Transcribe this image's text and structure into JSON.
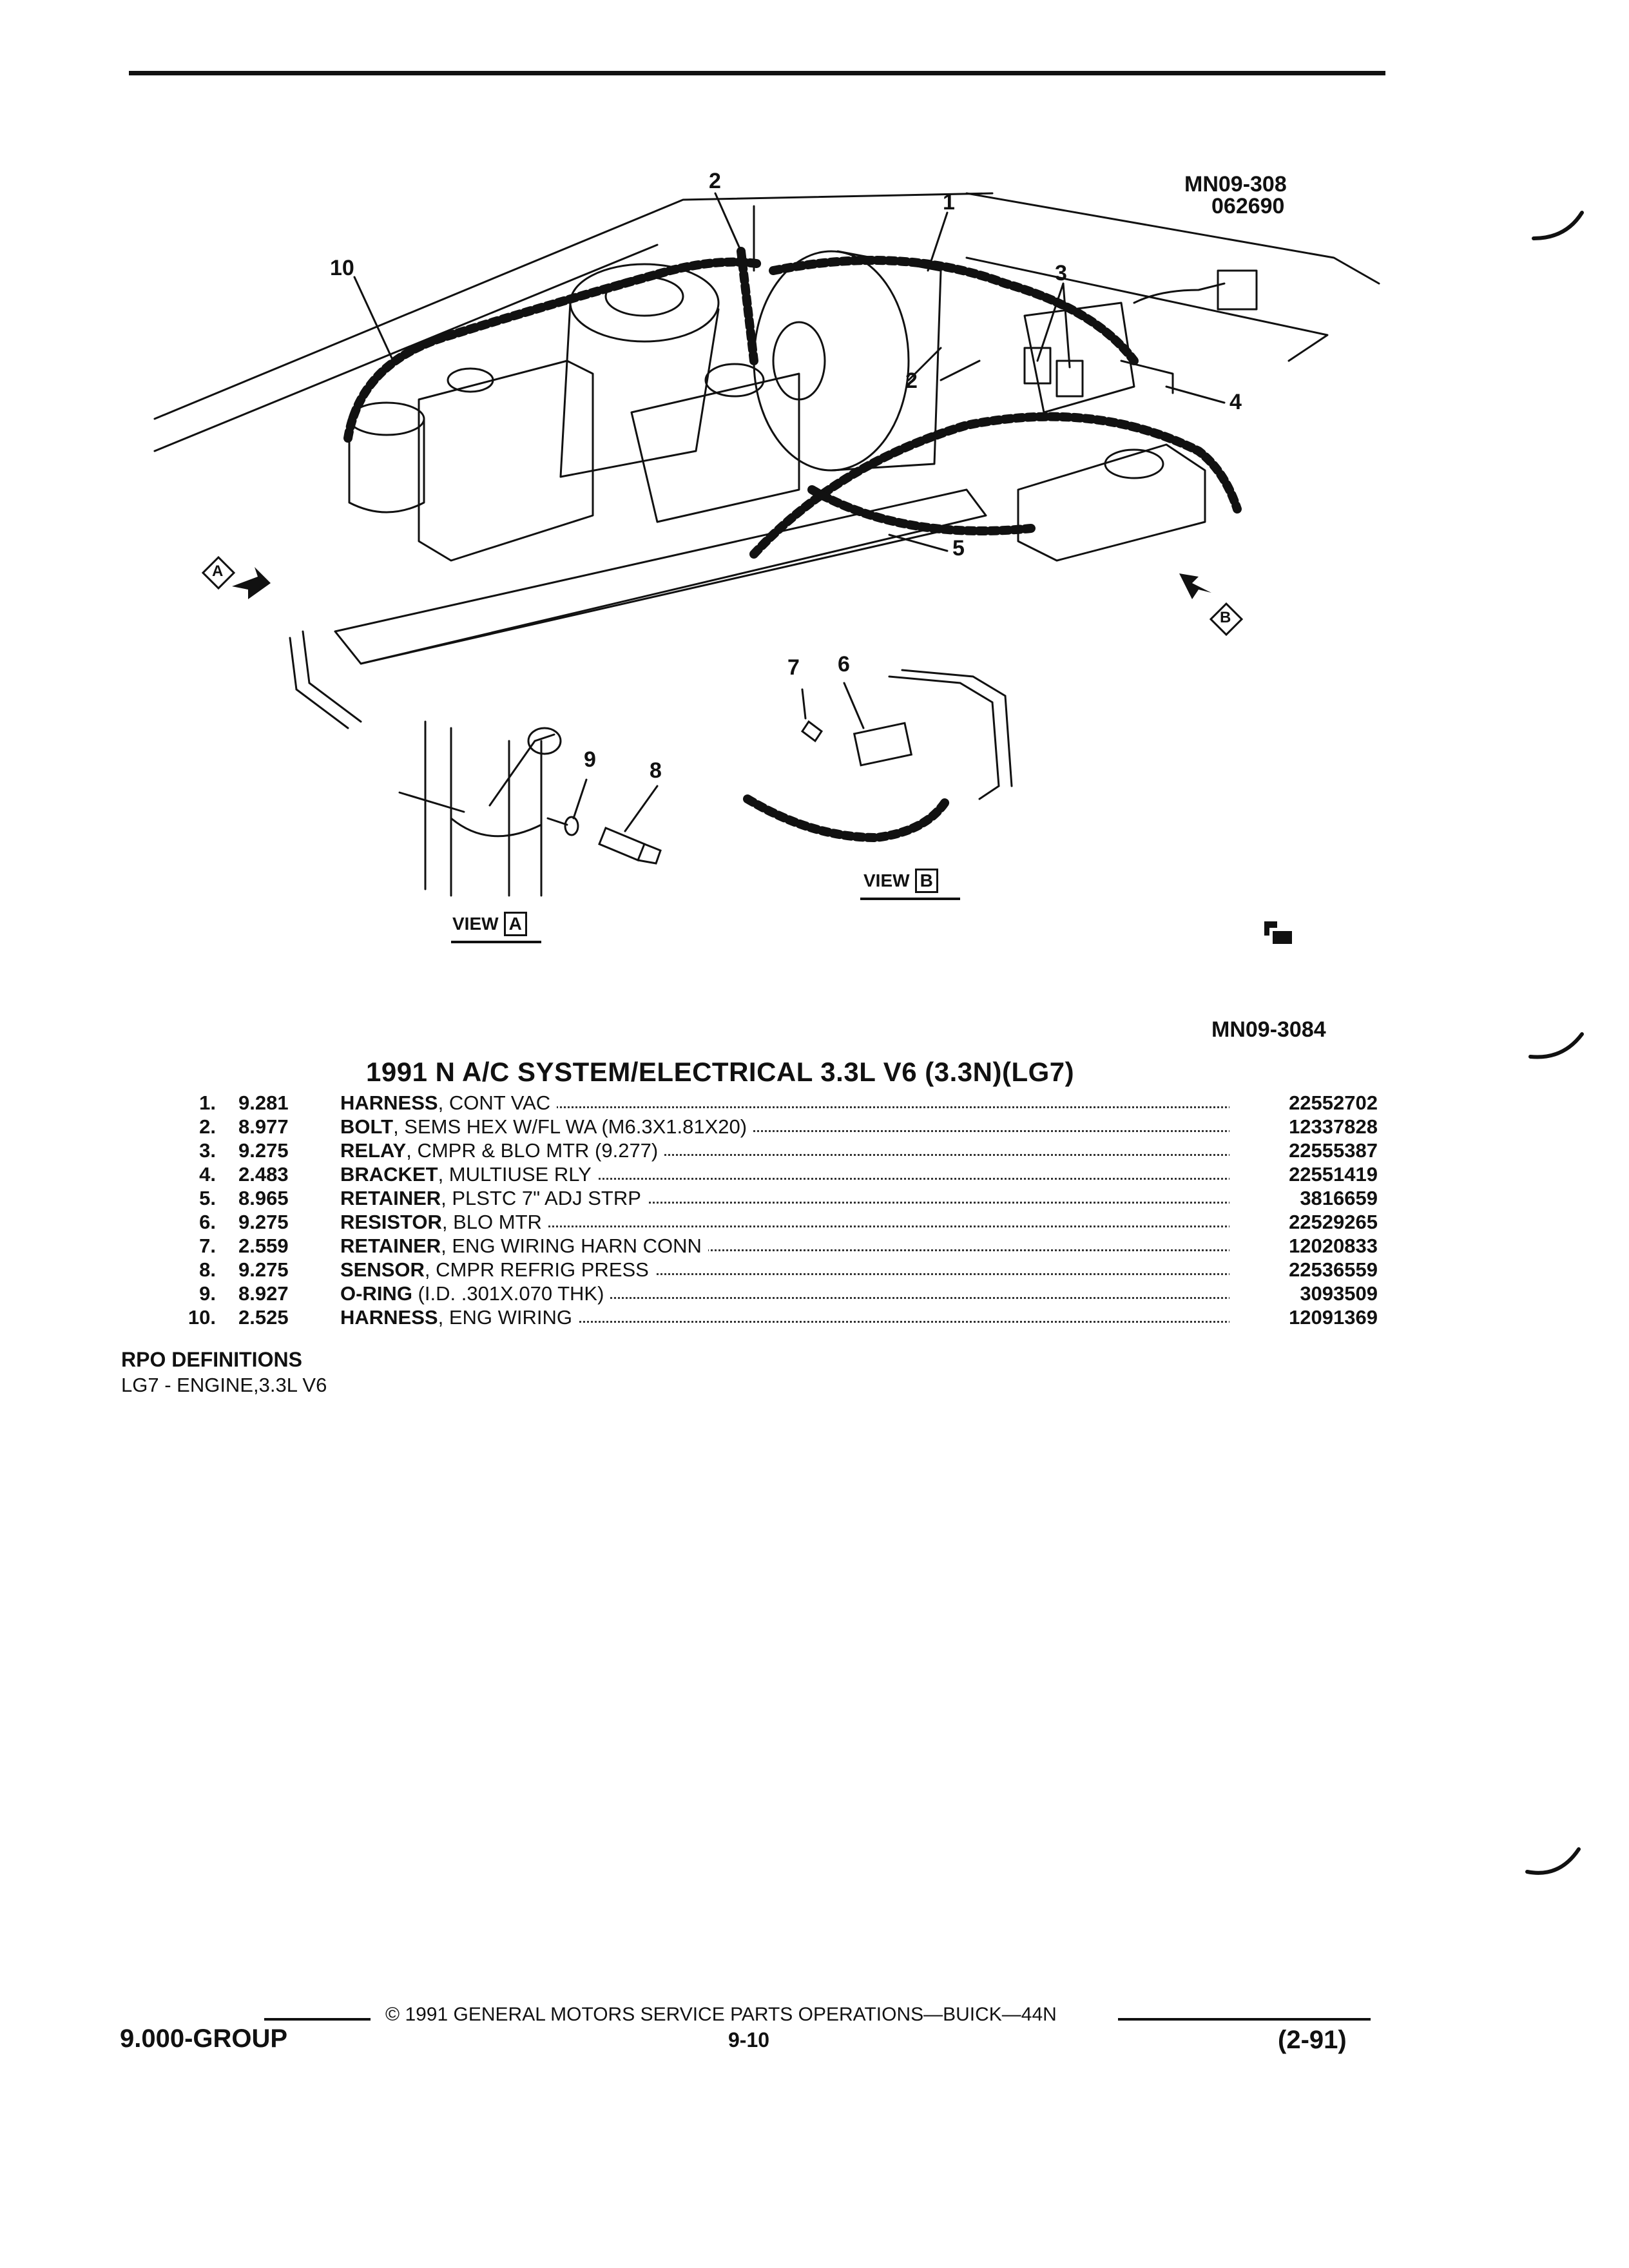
{
  "diagram": {
    "code_top": "MN09-308",
    "date_code": "062690",
    "code_bottom": "MN09-3084",
    "view_a": {
      "prefix": "VIEW",
      "letter": "A"
    },
    "view_b": {
      "prefix": "VIEW",
      "letter": "B"
    },
    "arrow_a_letter": "A",
    "arrow_b_letter": "B",
    "callouts": [
      "1",
      "2",
      "2",
      "3",
      "4",
      "5",
      "6",
      "7",
      "8",
      "9",
      "10"
    ]
  },
  "catalog": {
    "title": "1991 N A/C SYSTEM/ELECTRICAL 3.3L V6 (3.3N)(LG7)",
    "parts": [
      {
        "num": "1.",
        "group": "9.281",
        "name": "HARNESS",
        "desc": ", CONT VAC",
        "part": "22552702"
      },
      {
        "num": "2.",
        "group": "8.977",
        "name": "BOLT",
        "desc": ", SEMS HEX W/FL WA (M6.3X1.81X20)",
        "part": "12337828"
      },
      {
        "num": "3.",
        "group": "9.275",
        "name": "RELAY",
        "desc": ", CMPR & BLO MTR (9.277)",
        "part": "22555387"
      },
      {
        "num": "4.",
        "group": "2.483",
        "name": "BRACKET",
        "desc": ", MULTIUSE RLY",
        "part": "22551419"
      },
      {
        "num": "5.",
        "group": "8.965",
        "name": "RETAINER",
        "desc": ", PLSTC 7\" ADJ STRP",
        "part": "3816659"
      },
      {
        "num": "6.",
        "group": "9.275",
        "name": "RESISTOR",
        "desc": ", BLO MTR",
        "part": "22529265"
      },
      {
        "num": "7.",
        "group": "2.559",
        "name": "RETAINER",
        "desc": ", ENG WIRING HARN CONN",
        "part": "12020833"
      },
      {
        "num": "8.",
        "group": "9.275",
        "name": "SENSOR",
        "desc": ", CMPR REFRIG PRESS",
        "part": "22536559"
      },
      {
        "num": "9.",
        "group": "8.927",
        "name": "O-RING",
        "desc": " (I.D. .301X.070 THK)",
        "part": "3093509"
      },
      {
        "num": "10.",
        "group": "2.525",
        "name": "HARNESS",
        "desc": ", ENG WIRING",
        "part": "12091369"
      }
    ]
  },
  "rpo": {
    "heading": "RPO DEFINITIONS",
    "definition": "LG7 - ENGINE,3.3L V6"
  },
  "footer": {
    "group": "9.000-GROUP",
    "copyright": "©  1991  GENERAL MOTORS SERVICE PARTS OPERATIONS—BUICK—44N",
    "page": "9-10",
    "date": "(2-91)"
  }
}
